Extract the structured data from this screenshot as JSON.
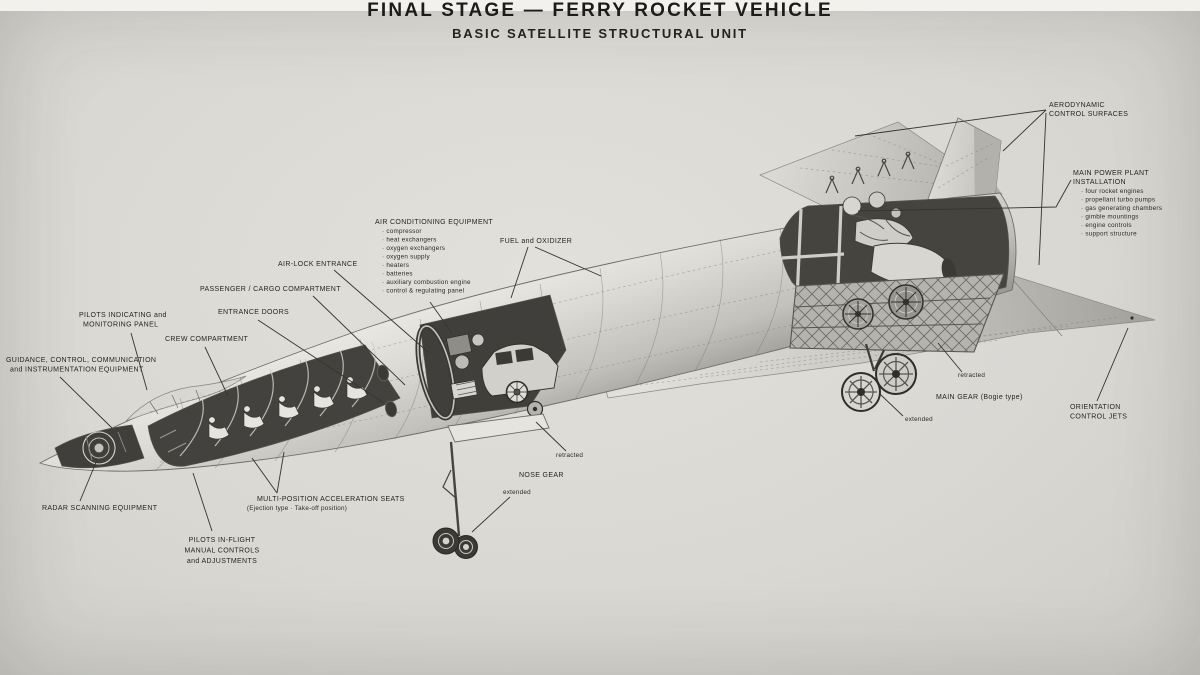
{
  "title": {
    "main": "FINAL STAGE — FERRY ROCKET VEHICLE",
    "sub": "BASIC SATELLITE STRUCTURAL UNIT"
  },
  "callouts": {
    "aerodynamic_control_surfaces": {
      "line1": "AERODYNAMIC",
      "line2": "CONTROL SURFACES"
    },
    "main_power_plant": {
      "line1": "MAIN POWER PLANT",
      "line2": "INSTALLATION",
      "items": [
        "· four rocket engines",
        "· propellant turbo pumps",
        "· gas generating chambers",
        "· gimble mountings",
        "· engine controls",
        "· support structure"
      ]
    },
    "air_conditioning": {
      "line1": "AIR CONDITIONING EQUIPMENT",
      "items": [
        "· compressor",
        "· heat exchangers",
        "· oxygen exchangers",
        "· oxygen supply",
        "· heaters",
        "· batteries",
        "· auxiliary combustion engine",
        "· control & regulating panel"
      ]
    },
    "fuel_oxidizer": {
      "line1": "FUEL and OXIDIZER"
    },
    "air_lock": {
      "line1": "AIR-LOCK ENTRANCE"
    },
    "passenger_cargo": {
      "line1": "PASSENGER / CARGO COMPARTMENT"
    },
    "entrance_doors": {
      "line1": "ENTRANCE DOORS"
    },
    "crew_compartment": {
      "line1": "CREW COMPARTMENT"
    },
    "pilots_panel": {
      "line1": "PILOTS INDICATING and",
      "line2": "MONITORING PANEL"
    },
    "guidance": {
      "line1": "GUIDANCE, CONTROL, COMMUNICATION",
      "line2": "and INSTRUMENTATION EQUIPMENT"
    },
    "radar": {
      "line1": "RADAR SCANNING EQUIPMENT"
    },
    "pilots_controls": {
      "line1": "PILOTS IN-FLIGHT",
      "line2": "MANUAL CONTROLS",
      "line3": "and ADJUSTMENTS"
    },
    "seats": {
      "line1": "MULTI-POSITION ACCELERATION SEATS",
      "line2": "(Ejection type · Take-off position)"
    },
    "nose_gear": {
      "line1": "NOSE GEAR",
      "retracted": "retracted",
      "extended": "extended"
    },
    "main_gear": {
      "line1": "MAIN GEAR (Bogie type)",
      "retracted": "retracted",
      "extended": "extended"
    },
    "orientation_jets": {
      "line1": "ORIENTATION",
      "line2": "CONTROL JETS"
    }
  },
  "colors": {
    "paper": "#dad8d3",
    "paper_highlight": "#f2f1ee",
    "ink": "#262522",
    "metal_light": "#eceae5",
    "metal_mid": "#c8c6c0",
    "metal_dark": "#9f9d97",
    "cutaway_dark": "#45443f"
  }
}
